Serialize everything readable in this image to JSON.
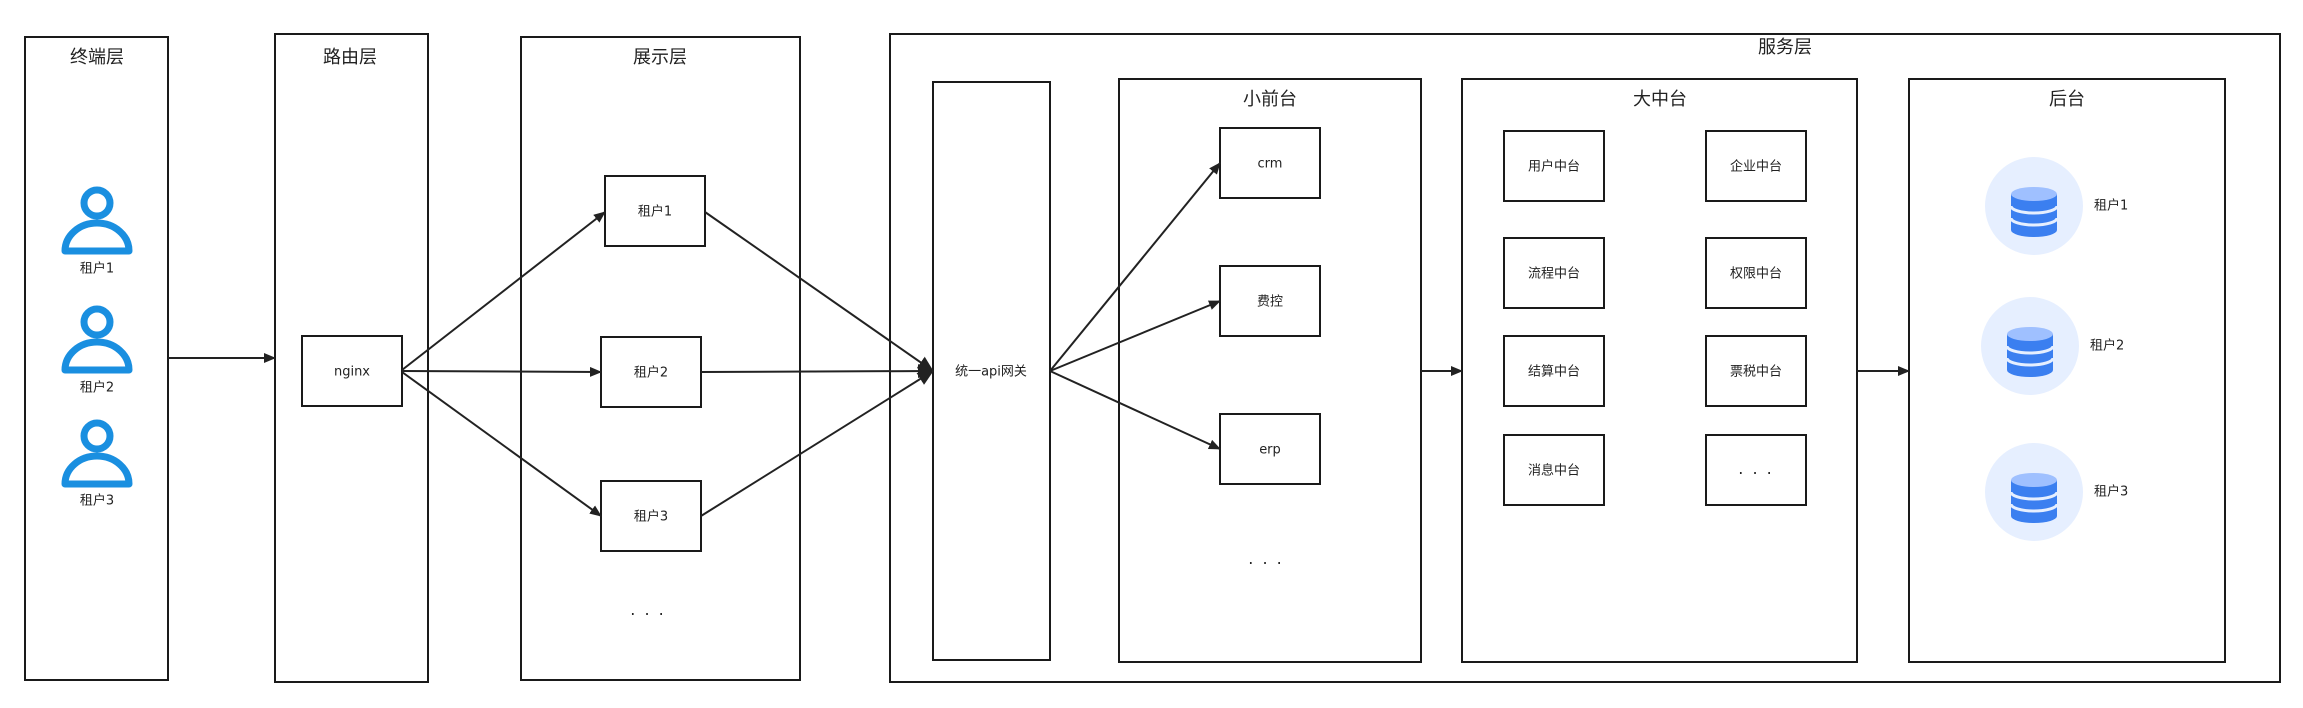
{
  "layers": {
    "terminal": "终端层",
    "routing": "路由层",
    "display": "展示层",
    "service": "服务层"
  },
  "terminal": {
    "users": [
      "租户1",
      "租户2",
      "租户3"
    ]
  },
  "routing": {
    "nginx": "nginx"
  },
  "display": {
    "tenants": [
      "租户1",
      "租户2",
      "租户3"
    ],
    "more": "· · ·"
  },
  "service": {
    "gateway": "统一api网关",
    "small_frontend": {
      "title": "小前台",
      "items": [
        "crm",
        "费控",
        "erp"
      ],
      "more": "· · ·"
    },
    "middle_platform": {
      "title": "大中台",
      "items": [
        "用户中台",
        "企业中台",
        "流程中台",
        "权限中台",
        "结算中台",
        "票税中台",
        "消息中台",
        "· · ·"
      ]
    },
    "backend": {
      "title": "后台",
      "tenants": [
        "租户1",
        "租户2",
        "租户3"
      ]
    }
  },
  "colors": {
    "user_icon": "#1a8fe0",
    "db_icon": "#3b7ff0",
    "db_bg": "#e6efff"
  }
}
